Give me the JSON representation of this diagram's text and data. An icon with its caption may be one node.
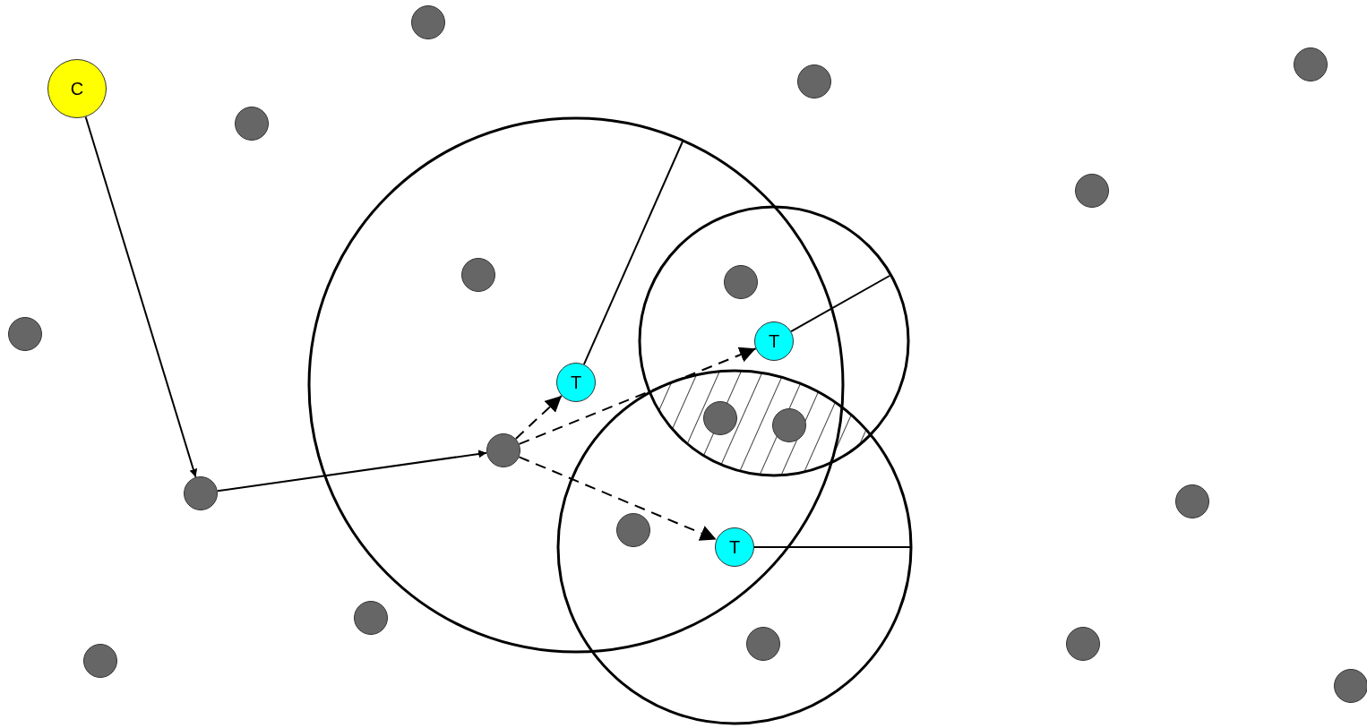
{
  "diagram": {
    "nodes": [
      {
        "text": [],
        "shape": "circle"
      },
      {
        "text": [],
        "shape": "circle"
      },
      {
        "text": [],
        "shape": "circle"
      },
      {
        "text": [
          "C"
        ]
      },
      {
        "text": [],
        "shape": "circle"
      },
      {
        "text": [],
        "shape": "circle"
      },
      {
        "text": [],
        "shape": "circle"
      },
      {
        "text": [],
        "shape": "circle"
      },
      {
        "text": [],
        "shape": "circle"
      },
      {
        "text": [
          "T"
        ]
      },
      {
        "text": [
          "T"
        ]
      },
      {
        "text": [],
        "shape": "circle"
      },
      {
        "text": [],
        "shape": "circle"
      },
      {
        "text": [],
        "shape": "circle"
      },
      {
        "text": [],
        "shape": "circle"
      },
      {
        "text": [],
        "shape": "circle"
      },
      {
        "text": [],
        "shape": "circle"
      },
      {
        "text": [
          "T"
        ]
      },
      {
        "text": [],
        "shape": "circle"
      },
      {
        "text": [],
        "shape": "circle"
      },
      {
        "text": [],
        "shape": "circle"
      },
      {
        "text": [],
        "shape": "circle"
      },
      {
        "text": [],
        "shape": "circle"
      }
    ],
    "edges": [
      {
        "from": 3,
        "to": 14,
        "arrow": "to"
      },
      {
        "from": 14,
        "to": 13,
        "arrow": "to"
      },
      {
        "from": 13,
        "to": 10,
        "arrow": "to",
        "style": "dashed"
      },
      {
        "from": 13,
        "to": 9,
        "arrow": "to",
        "style": "dashed"
      },
      {
        "from": 13,
        "to": 17,
        "arrow": "to",
        "style": "dashed"
      }
    ]
  }
}
